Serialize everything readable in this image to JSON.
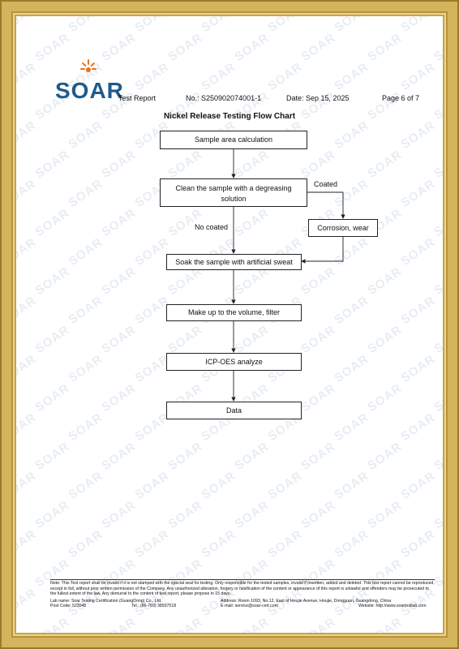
{
  "logo": {
    "text": "SOAR"
  },
  "watermark": {
    "text": "SOAR"
  },
  "header": {
    "report_label": "Test Report",
    "report_no": "No.: S250902074001-1",
    "date": "Date:  Sep  15,  2025",
    "page": "Page 6 of 7"
  },
  "title": "Nickel Release Testing Flow Chart",
  "flow": {
    "step1": "Sample area calculation",
    "step2": "Clean the sample with a degreasing solution",
    "step3": "Corrosion, wear",
    "step4": "Soak the sample with  artificial sweat",
    "step5": "Make up to the volume, filter",
    "step6": "ICP-OES analyze",
    "step7": "Data",
    "label_coated": "Coated",
    "label_no_coated": "No coated"
  },
  "footer": {
    "note": "Note: This Test report shall be invalid if it is not stamped with the special seal for testing. Only responsible for the tested samples, invalid if rewritten, added and deleted. This test report cannot be reproduced, except in full, without prior written permission of the Company.  Any unauthorized alteration, forgery or falsification of the content or appearance of this report is unlawful and offenders may be prosecuted to the fullest extent of the law. Any demurral to the content of test report, please propose in 15 days.",
    "lab_name": "Lab name: Soar Testing Certification (GuangDong) Co., Ltd.",
    "address": "Address: Room 1093, No.12, East of Houjie Avenue, Houjie, Dongguan, Guangdong, China",
    "post_code": "Post Code: 523945",
    "tel": "Tel.:  (86-769) 38937518",
    "email": "E-mail: service@soar-cert.com",
    "website": "Website:  http://www.soartestlab.com"
  }
}
